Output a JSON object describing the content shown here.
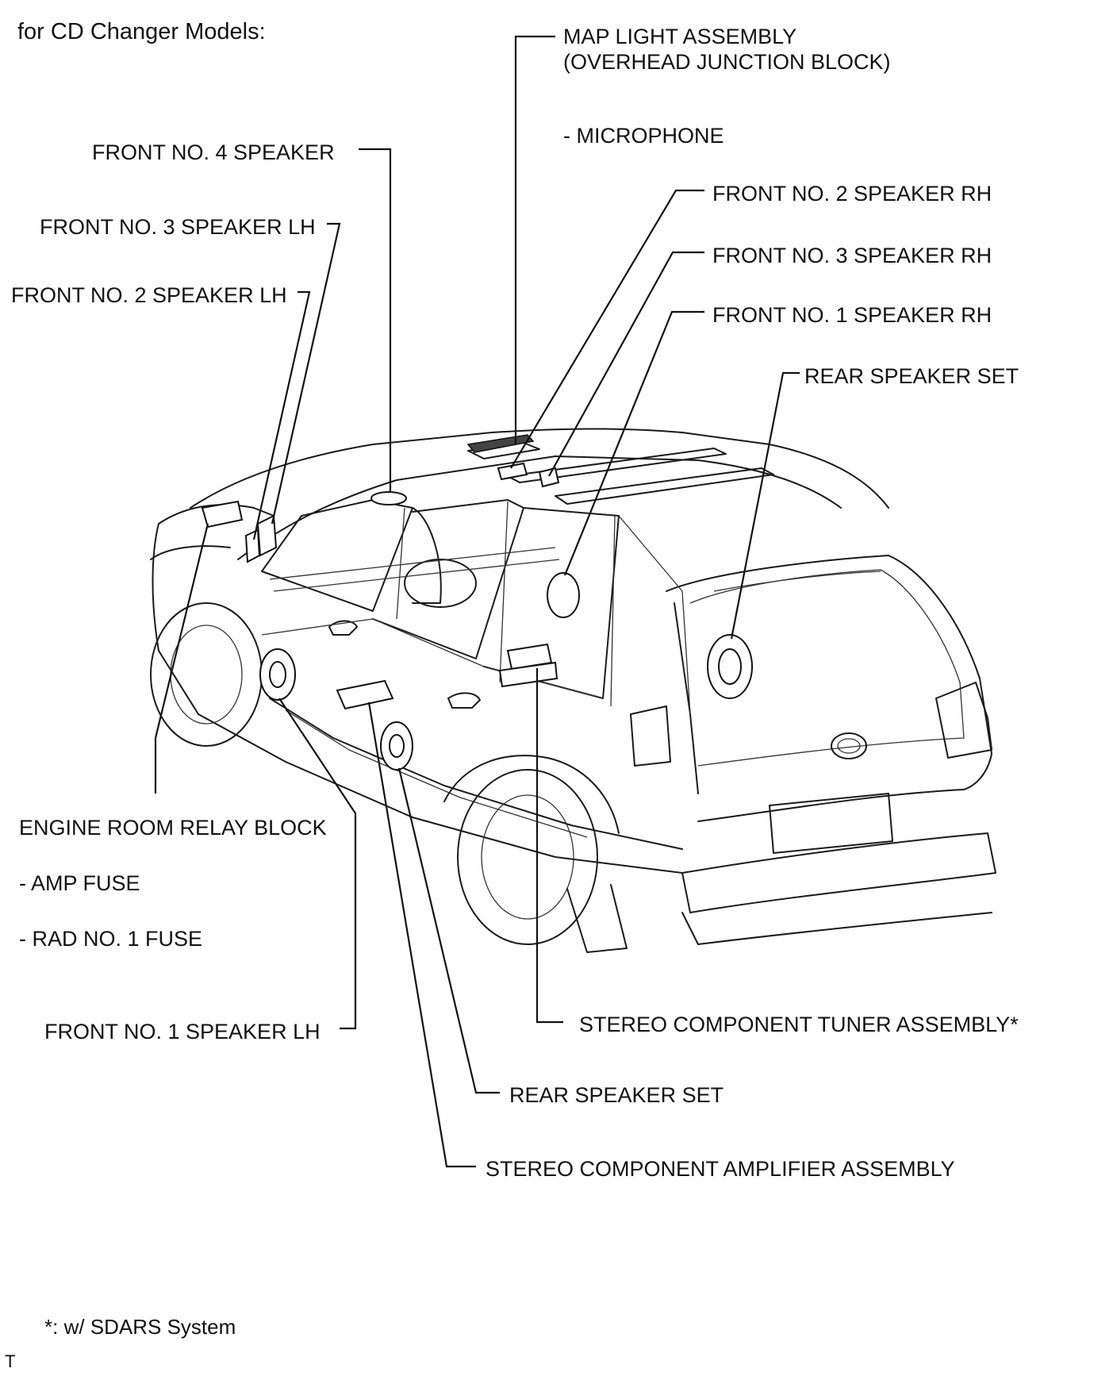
{
  "heading": "for CD Changer Models:",
  "labels": {
    "map_light_1": "MAP LIGHT ASSEMBLY",
    "map_light_2": "(OVERHEAD JUNCTION BLOCK)",
    "microphone": "- MICROPHONE",
    "front_no4": "FRONT NO. 4 SPEAKER",
    "front_no3_lh": "FRONT NO. 3 SPEAKER LH",
    "front_no2_lh": "FRONT NO. 2 SPEAKER LH",
    "front_no2_rh": "FRONT NO. 2 SPEAKER RH",
    "front_no3_rh": "FRONT NO. 3 SPEAKER RH",
    "front_no1_rh": "FRONT NO. 1 SPEAKER RH",
    "rear_speaker_set_upper": "REAR SPEAKER SET",
    "engine_room": "ENGINE ROOM RELAY BLOCK",
    "amp_fuse": "- AMP FUSE",
    "rad_fuse": "- RAD NO. 1 FUSE",
    "front_no1_lh": "FRONT NO. 1 SPEAKER LH",
    "tuner": "STEREO COMPONENT TUNER ASSEMBLY*",
    "rear_speaker_set_lower": "REAR SPEAKER SET",
    "amplifier": "STEREO COMPONENT AMPLIFIER ASSEMBLY"
  },
  "footnote": "*: w/ SDARS System",
  "corner_mark": "T"
}
